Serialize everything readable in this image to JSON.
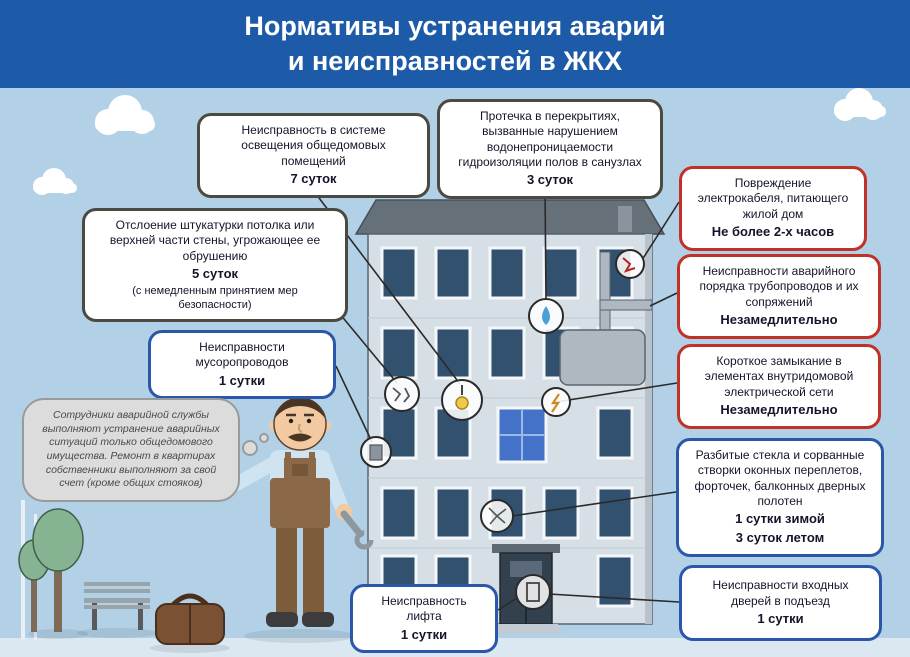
{
  "title": {
    "line1": "Нормативы устранения аварий",
    "line2": "и неисправностей в ЖКХ"
  },
  "colors": {
    "header_bg": "#1d5aa7",
    "background": "#b3d1e6",
    "border_dark": "#4a4a42",
    "border_red": "#c23127",
    "border_blue": "#2a57a9"
  },
  "callouts": [
    {
      "id": "lighting",
      "text": "Неисправность в системе освещения общедомовых помещений",
      "term": "7 суток"
    },
    {
      "id": "leak",
      "text": "Протечка в перекрытиях, вызванные нарушением водонепроницаемости гидроизоляции полов в санузлах",
      "term": "3 суток"
    },
    {
      "id": "plaster",
      "text": "Отслоение штукатурки потолка или верхней части стены, угрожающее ее обрушению",
      "term": "5 суток",
      "note": "(с немедленным принятием мер безопасности)"
    },
    {
      "id": "garbage-chute",
      "text": "Неисправности мусоропроводов",
      "term": "1 сутки"
    },
    {
      "id": "power-cable",
      "text": "Повреждение электрокабеля, питающего жилой дом",
      "term": "Не более 2-х часов"
    },
    {
      "id": "pipelines",
      "text": "Неисправности аварийного порядка трубопроводов и их сопряжений",
      "term": "Незамедлительно"
    },
    {
      "id": "short-circuit",
      "text": "Короткое замыкание в элементах внутридомовой электрической сети",
      "term": "Незамедлительно"
    },
    {
      "id": "broken-glass",
      "text": "Разбитые стекла и сорванные створки оконных переплетов, форточек, балконных дверных полотен",
      "term": "1 сутки зимой",
      "term2": "3 суток летом"
    },
    {
      "id": "entrance-doors",
      "text": "Неисправности входных дверей в подъезд",
      "term": "1 сутки"
    },
    {
      "id": "elevator",
      "text": "Неисправность лифта",
      "term": "1 сутки"
    }
  ],
  "speech_bubble": {
    "text": "Сотрудники аварийной службы выполняют устранение аварийных ситуаций только общедомового имущества. Ремонт в квартирах собственники выполняют за свой счет (кроме общих стояков)"
  }
}
